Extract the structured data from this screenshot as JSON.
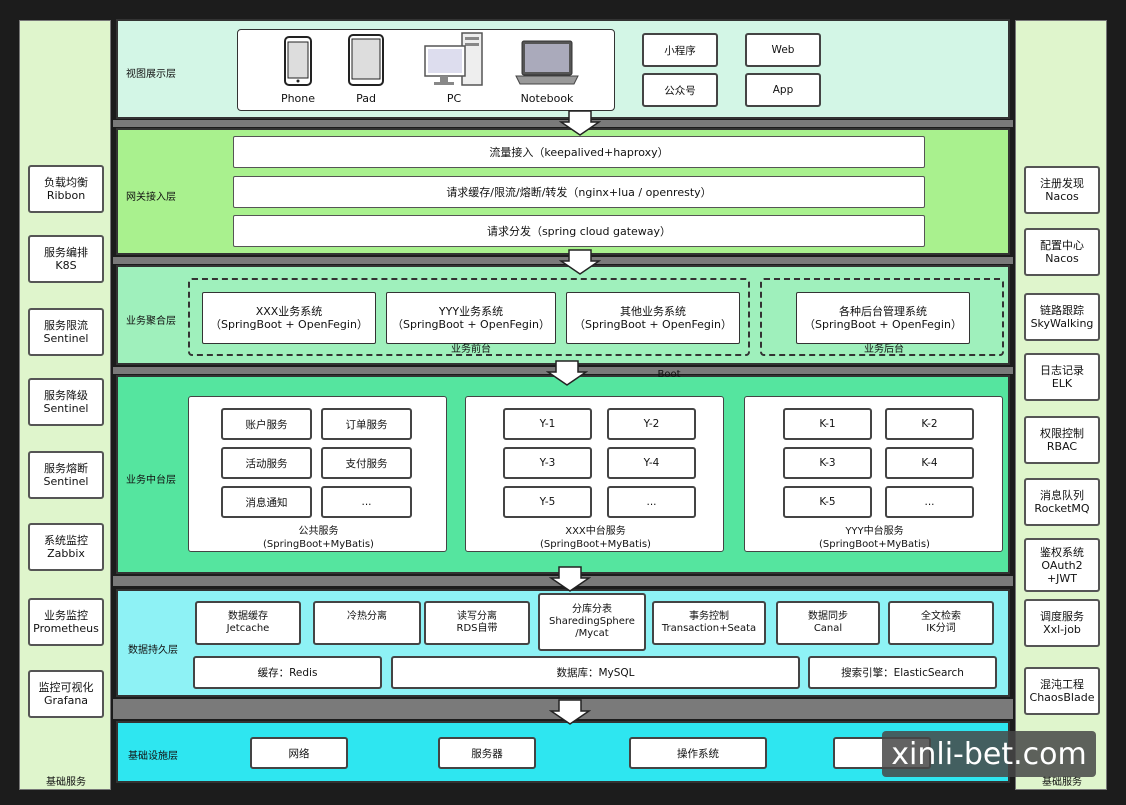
{
  "left_sidebar": {
    "items": [
      {
        "line1": "负载均衡",
        "line2": "Ribbon"
      },
      {
        "line1": "服务编排",
        "line2": "K8S"
      },
      {
        "line1": "服务限流",
        "line2": "Sentinel"
      },
      {
        "line1": "服务降级",
        "line2": "Sentinel"
      },
      {
        "line1": "服务熔断",
        "line2": "Sentinel"
      },
      {
        "line1": "系统监控",
        "line2": "Zabbix"
      },
      {
        "line1": "业务监控",
        "line2": "Prometheus"
      },
      {
        "line1": "监控可视化",
        "line2": "Grafana"
      }
    ],
    "footer": "基础服务"
  },
  "right_sidebar": {
    "items": [
      {
        "line1": "注册发现",
        "line2": "Nacos"
      },
      {
        "line1": "配置中心",
        "line2": "Nacos"
      },
      {
        "line1": "链路跟踪",
        "line2": "SkyWalking"
      },
      {
        "line1": "日志记录",
        "line2": "ELK"
      },
      {
        "line1": "权限控制",
        "line2": "RBAC"
      },
      {
        "line1": "消息队列",
        "line2": "RocketMQ"
      },
      {
        "line1": "鉴权系统",
        "line2": "OAuth2",
        "line3": "+JWT"
      },
      {
        "line1": "调度服务",
        "line2": "Xxl-job"
      },
      {
        "line1": "混沌工程",
        "line2": "ChaosBlade"
      }
    ],
    "footer": "基础服务"
  },
  "view_layer": {
    "label": "视图展示层",
    "devices": [
      "Phone",
      "Pad",
      "PC",
      "Notebook"
    ],
    "channels": [
      "小程序",
      "Web",
      "公众号",
      "App"
    ]
  },
  "gateway_layer": {
    "label": "网关接入层",
    "rows": [
      "流量接入（keepalived+haproxy）",
      "请求缓存/限流/熔断/转发（nginx+lua / openresty）",
      "请求分发（spring cloud gateway）"
    ]
  },
  "aggregation_layer": {
    "label": "业务聚合层",
    "front": {
      "caption": "业务前台",
      "systems": [
        {
          "name": "XXX业务系统",
          "tech": "（SpringBoot + OpenFegin）"
        },
        {
          "name": "YYY业务系统",
          "tech": "（SpringBoot + OpenFegin）"
        },
        {
          "name": "其他业务系统",
          "tech": "（SpringBoot + OpenFegin）"
        }
      ]
    },
    "back": {
      "caption": "业务后台",
      "systems": [
        {
          "name": "各种后台管理系统",
          "tech": "（SpringBoot + OpenFegin）"
        }
      ]
    }
  },
  "middle_layer": {
    "label": "业务中台层",
    "overlap_text": "Boot",
    "groups": [
      {
        "items": [
          "账户服务",
          "订单服务",
          "活动服务",
          "支付服务",
          "消息通知",
          "..."
        ],
        "caption": "公共服务",
        "tech": "(SpringBoot+MyBatis)"
      },
      {
        "items": [
          "Y-1",
          "Y-2",
          "Y-3",
          "Y-4",
          "Y-5",
          "..."
        ],
        "caption": "XXX中台服务",
        "tech": "(SpringBoot+MyBatis)"
      },
      {
        "items": [
          "K-1",
          "K-2",
          "K-3",
          "K-4",
          "K-5",
          "..."
        ],
        "caption": "YYY中台服务",
        "tech": "(SpringBoot+MyBatis)"
      }
    ]
  },
  "data_layer": {
    "label": "数据持久层",
    "top": [
      {
        "l1": "数据缓存",
        "l2": "Jetcache"
      },
      {
        "l1": "冷热分离",
        "l2": ""
      },
      {
        "l1": "读写分离",
        "l2": "RDS自带"
      },
      {
        "l1": "分库分表",
        "l2": "SharedingSphere",
        "l3": "/Mycat"
      },
      {
        "l1": "事务控制",
        "l2": "Transaction+Seata"
      },
      {
        "l1": "数据同步",
        "l2": "Canal"
      },
      {
        "l1": "全文检索",
        "l2": "IK分词"
      }
    ],
    "bottom": [
      "缓存：Redis",
      "数据库：MySQL",
      "搜索引擎：ElasticSearch"
    ]
  },
  "infra_layer": {
    "label": "基础设施层",
    "items": [
      "网络",
      "服务器",
      "操作系统",
      ""
    ]
  },
  "watermark": "xinli-bet.com",
  "colors": {
    "sidebar": "#dff5cc",
    "view": "#d3f6e6",
    "gateway": "#a9f18e",
    "aggregation": "#9ff0bc",
    "middle": "#55e59f",
    "data": "#8ef2f5",
    "infra": "#2ee6f0"
  }
}
